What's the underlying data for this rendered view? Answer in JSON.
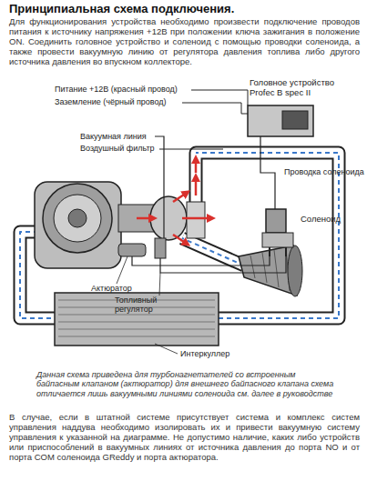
{
  "diagram": {
    "title": "Принципиальная схема подключения.",
    "caption": "Данная схема приведена для турбонагнетателей со встроенным байпасным клапаном (актюратор) для внешнего байпасного клапана схема отличается лишь вакуумными линиями соленоида см. далее в руководстве",
    "nodes": [
      {
        "text": [
          "Головное устройство Profec B spec II"
        ]
      },
      {
        "text": [
          "Соленоид"
        ]
      }
    ],
    "edges": [
      {
        "from": 0,
        "to": 1,
        "label": "Проводка соленоида",
        "arrow": "none"
      }
    ],
    "labels": [
      "Для функционирования устройства необходимо произвести подключение проводов питания к источнику напряжения +12В при положении ключа зажигания в положение ON. Соединить головное устройство и соленоид с помощью проводки соленоида, а также провести вакуумную линию от регулятора давления топлива либо другого источника давления во впускном коллекторе.",
      "Питание +12В (красный провод)",
      "Заземление (чёрный провод)",
      "Вакуумная линия",
      "Воздушный фильтр",
      "Актюратор",
      "Топливный регулятор",
      "Интеркуллер",
      "В случае, если в штатной системе присутствует система и комплекс систем управления наддува необходимо изолировать их и привести вакуумную систему управления к указанной на диаграмме. Не допустимо наличие, каких либо устройств или приспособлений в вакуумных линиях от источника давления до порта NO и от порта COM соленоида GReddy и порта актюратора."
    ]
  }
}
